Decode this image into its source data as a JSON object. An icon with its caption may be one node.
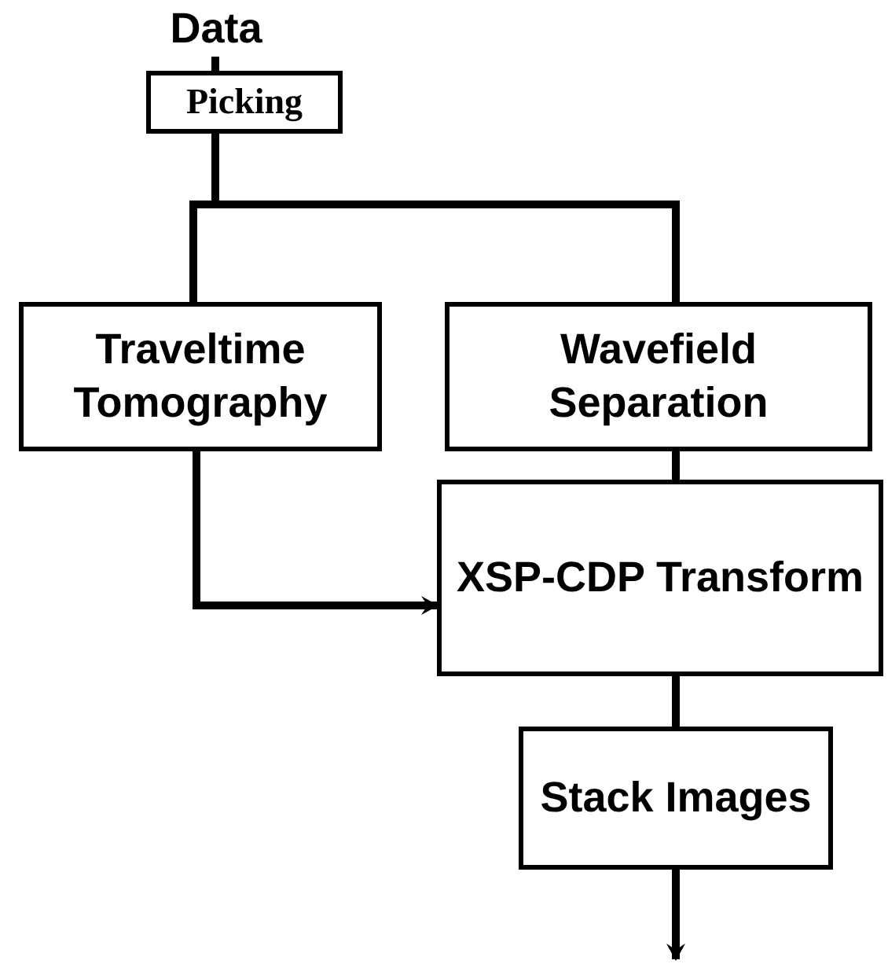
{
  "diagram": {
    "nodes": [
      {
        "text": [
          "Data"
        ]
      },
      {
        "text": [
          "Picking"
        ]
      },
      {
        "text": [
          "Traveltime Tomography"
        ]
      },
      {
        "text": [
          "Wavefield Separation"
        ]
      },
      {
        "text": [
          "XSP-CDP Transform"
        ]
      },
      {
        "text": [
          "Stack Images"
        ]
      }
    ],
    "edges": [
      {
        "from": 0,
        "to": 1,
        "arrow": "none"
      },
      {
        "from": 1,
        "to": 2,
        "arrow": "none"
      },
      {
        "from": 1,
        "to": 3,
        "arrow": "none"
      },
      {
        "from": 2,
        "to": 4,
        "arrow": "to"
      },
      {
        "from": 3,
        "to": 4,
        "arrow": "none"
      },
      {
        "from": 4,
        "to": 5,
        "arrow": "none"
      },
      {
        "from": 5,
        "to": null,
        "arrow": "to"
      }
    ]
  }
}
